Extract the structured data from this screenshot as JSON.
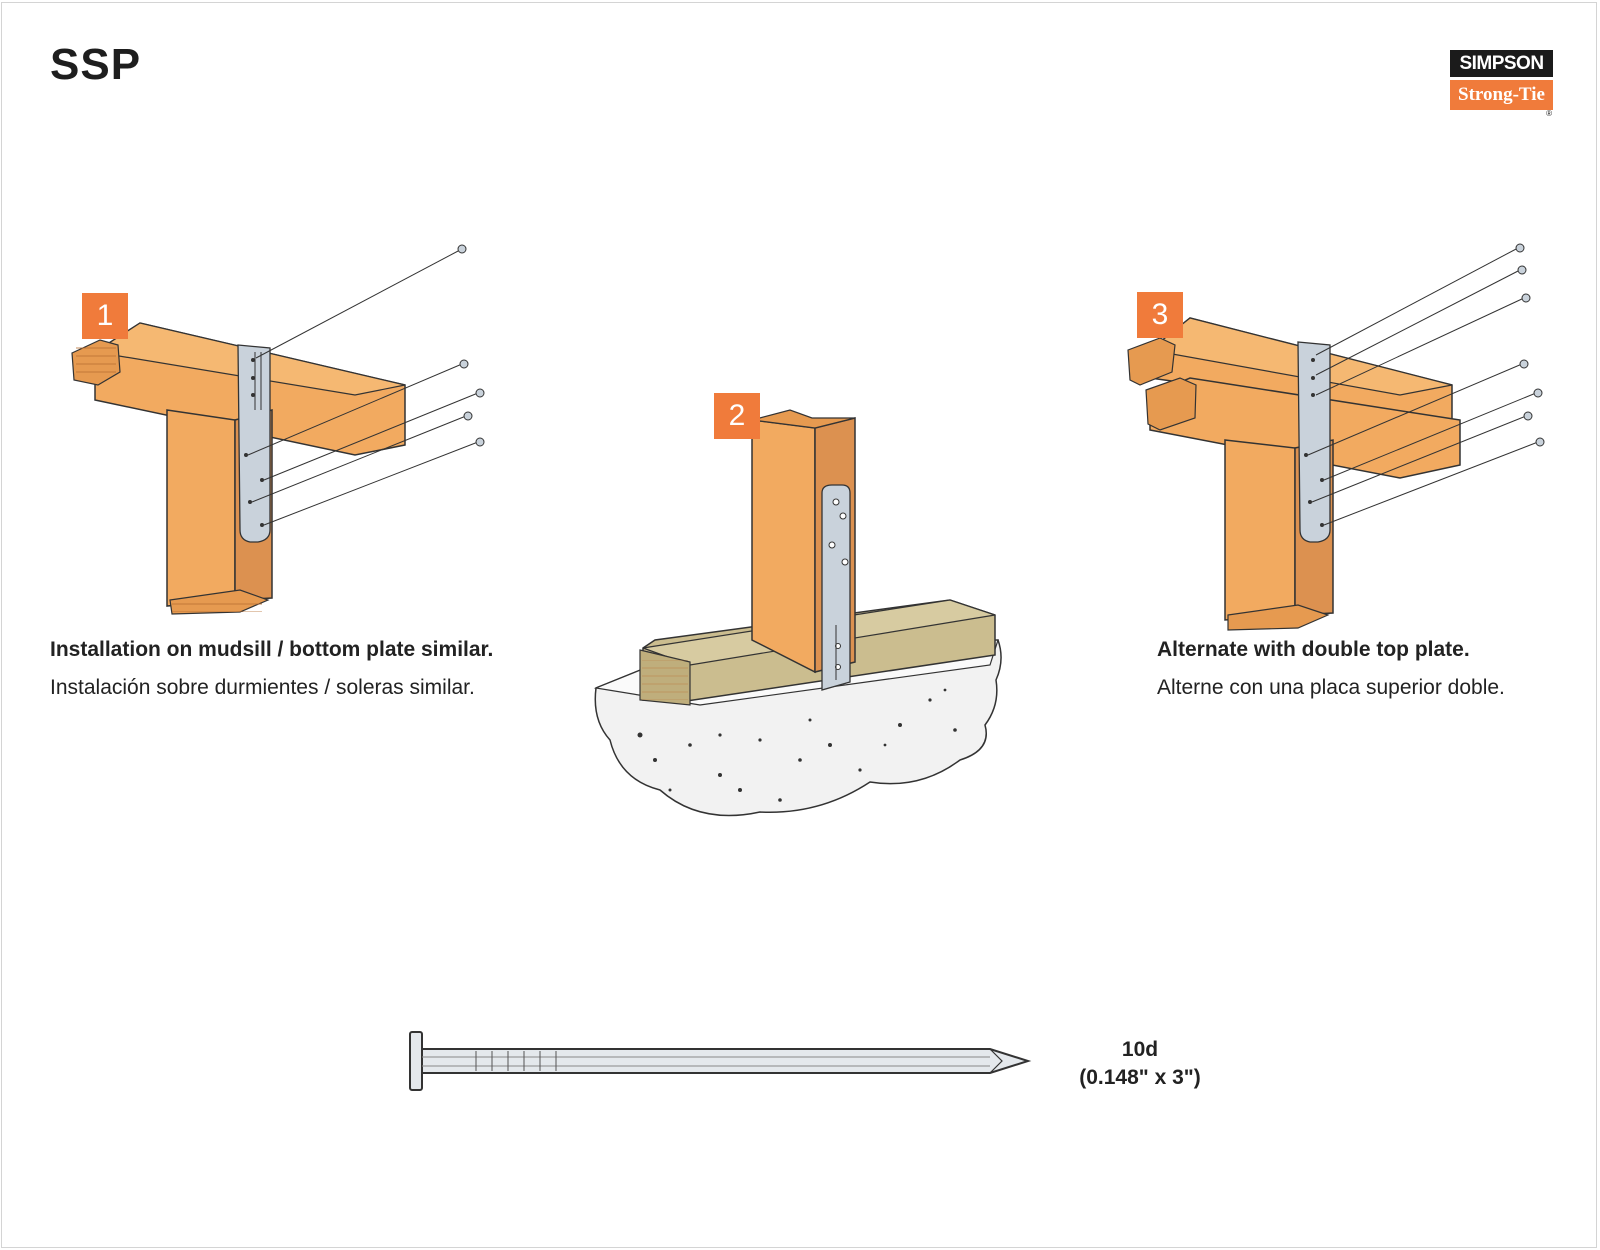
{
  "title": "SSP",
  "logo": {
    "line1": "SIMPSON",
    "line2": "Strong-Tie",
    "registered": "®",
    "colors": {
      "dark": "#1b1b1b",
      "orange": "#f07b3b"
    }
  },
  "steps": [
    {
      "number": "1",
      "caption_en": "Installation on mudsill / bottom plate similar.",
      "caption_es": "Instalación sobre durmientes / soleras similar."
    },
    {
      "number": "2"
    },
    {
      "number": "3",
      "caption_en": "Alternate with double top plate.",
      "caption_es": "Alterne con una placa superior doble."
    }
  ],
  "nail": {
    "size": "10d",
    "dimensions": "(0.148\" x 3\")"
  },
  "colors": {
    "wood": "#f2aa60",
    "wood_dark": "#d98a45",
    "sill": "#cbbd8f",
    "metal": "#c9d2db",
    "concrete": "#f2f2f2"
  }
}
